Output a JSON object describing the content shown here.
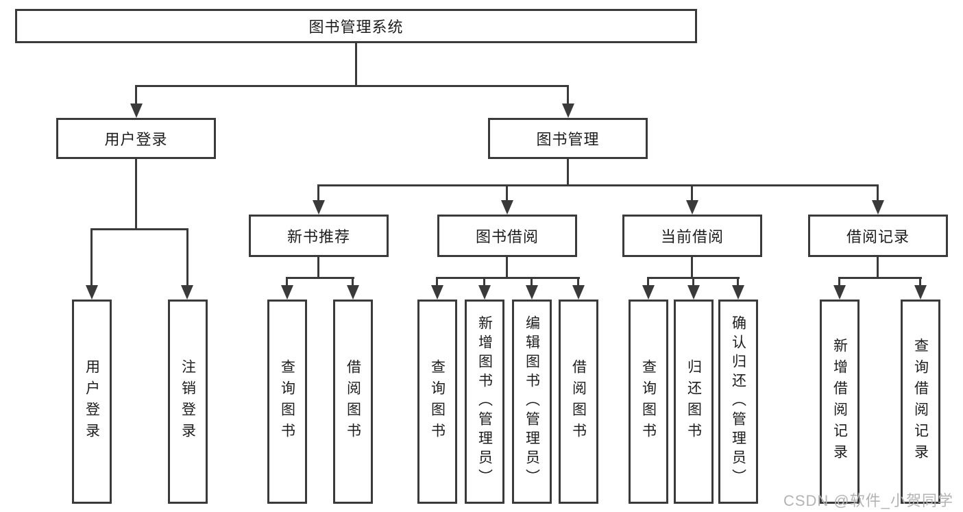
{
  "colors": {
    "line": "#3a3a3a",
    "border": "#3a3a3a",
    "text": "#1d1d1d",
    "background": "#ffffff",
    "watermark": "#b3b3b3"
  },
  "diagram": {
    "root": "图书管理系统",
    "user_login": {
      "label": "用户登录",
      "children": [
        "用户登录",
        "注销登录"
      ]
    },
    "book_mgmt": {
      "label": "图书管理",
      "sections": {
        "new_books": {
          "label": "新书推荐",
          "children": [
            "查询图书",
            "借阅图书"
          ]
        },
        "book_borrow": {
          "label": "图书借阅",
          "children": [
            "查询图书",
            "新增图书（管理员）",
            "编辑图书（管理员）",
            "借阅图书"
          ]
        },
        "current_borrow": {
          "label": "当前借阅",
          "children": [
            "查询图书",
            "归还图书",
            "确认归还（管理员）"
          ]
        },
        "borrow_records": {
          "label": "借阅记录",
          "children": [
            "新增借阅记录",
            "查询借阅记录"
          ]
        }
      }
    }
  },
  "watermark": "CSDN @软件_小贺同学"
}
